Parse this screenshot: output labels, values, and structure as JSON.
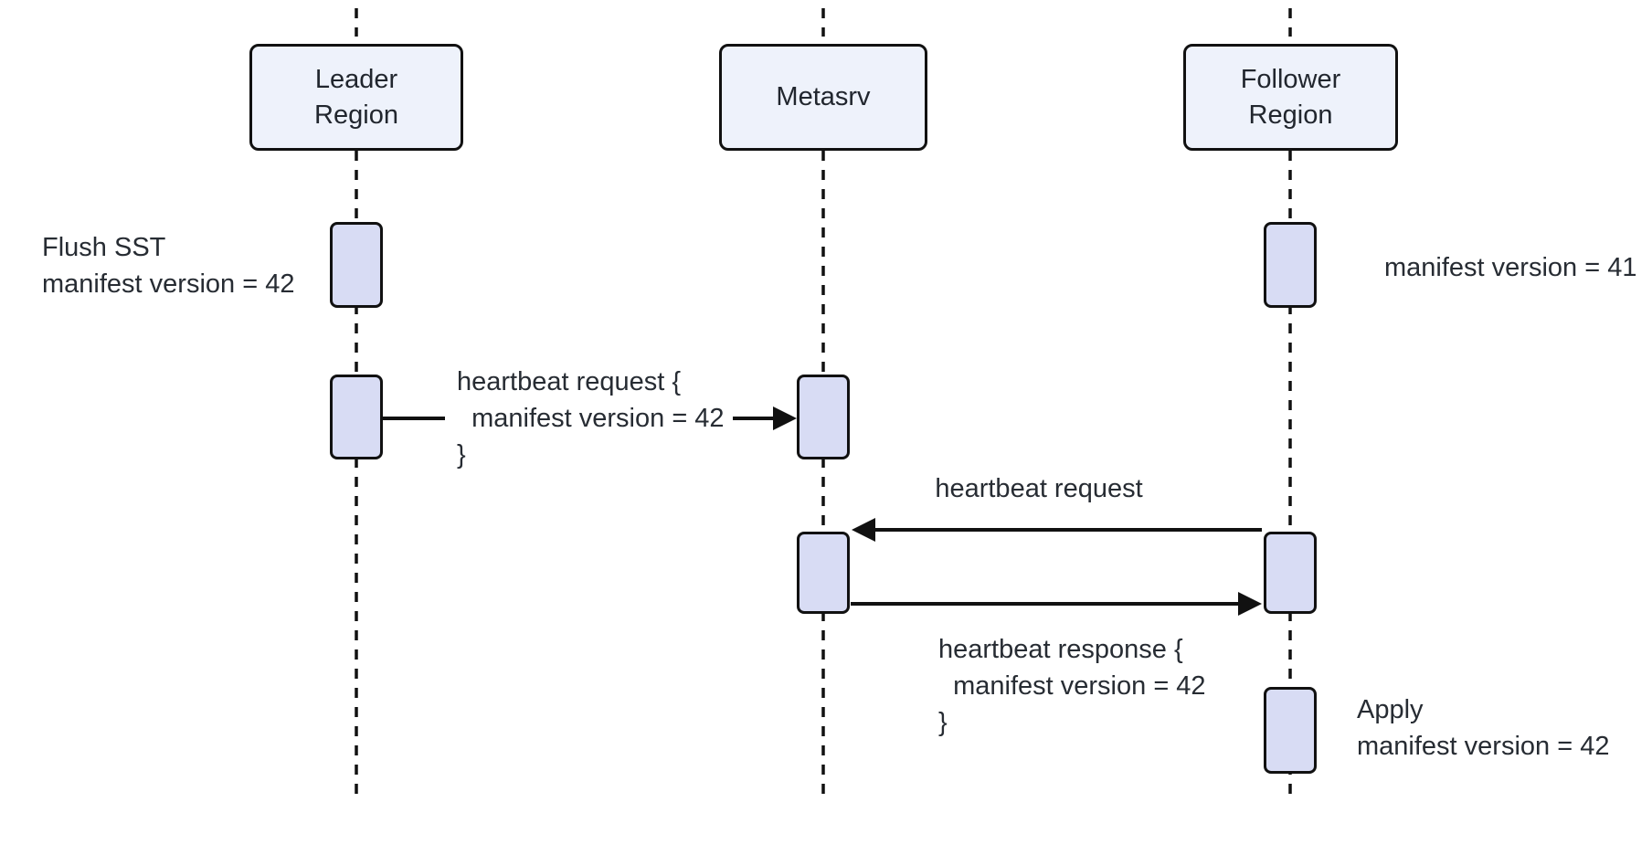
{
  "diagram": {
    "type": "sequence-diagram",
    "participants": [
      {
        "id": "leader-region",
        "label": "Leader\nRegion"
      },
      {
        "id": "metasrv",
        "label": "Metasrv"
      },
      {
        "id": "follower-region",
        "label": "Follower\nRegion"
      }
    ],
    "messages": [
      {
        "from": "leader-region",
        "to": "metasrv",
        "label": "heartbeat request {\n  manifest version = 42\n}"
      },
      {
        "from": "follower-region",
        "to": "metasrv",
        "label": "heartbeat request"
      },
      {
        "from": "metasrv",
        "to": "follower-region",
        "label": "heartbeat response {\n  manifest version = 42\n}"
      }
    ],
    "annotations": [
      {
        "target": "leader-region",
        "side": "left",
        "label": "Flush SST\nmanifest version = 42"
      },
      {
        "target": "follower-region",
        "side": "right",
        "label": "manifest version = 41"
      },
      {
        "target": "follower-region",
        "side": "right",
        "label": "Apply\nmanifest version = 42"
      }
    ],
    "colors": {
      "participant_fill": "#EEF2FB",
      "activation_fill": "#D8DCF4",
      "line": "#111111",
      "text": "#272C33",
      "background": "#FFFFFF"
    }
  }
}
